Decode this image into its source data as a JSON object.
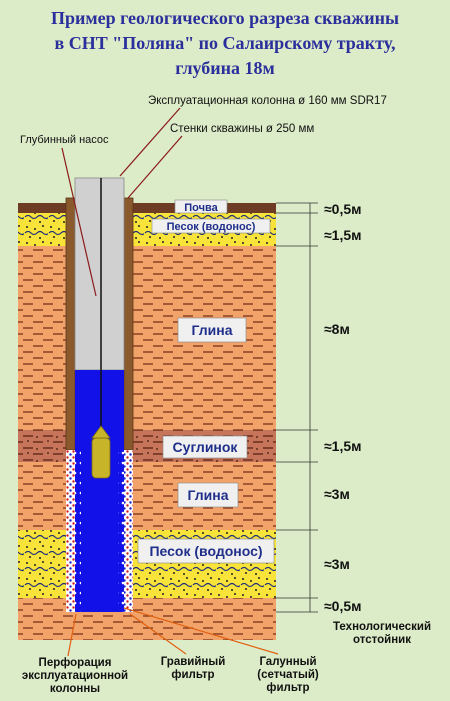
{
  "title": {
    "line1": "Пример геологического разреза скважины",
    "line2": "в СНТ \"Поляна\" по Салаирскому тракту,",
    "line3": "глубина 18м"
  },
  "labels": {
    "casing": "Эксплуатационная колонна ø 160 мм SDR17",
    "walls": "Стенки скважины ø 250 мм",
    "pump": "Глубинный насос",
    "sump_1": "Технологический",
    "sump_2": "отстойник",
    "perforation_1": "Перфорация",
    "perforation_2": "эксплуатационной",
    "perforation_3": "колонны",
    "gravel_1": "Гравийный",
    "gravel_2": "фильтр",
    "galloon_1": "Галунный",
    "galloon_2": "(сетчатый)",
    "galloon_3": "фильтр"
  },
  "layers": [
    {
      "name": "Почва",
      "thickness": "≈0,5м"
    },
    {
      "name": "Песок (водонос)",
      "thickness": "≈1,5м"
    },
    {
      "name": "Глина",
      "thickness": "≈8м"
    },
    {
      "name": "Суглинок",
      "thickness": "≈1,5м"
    },
    {
      "name": "Глина",
      "thickness": "≈3м"
    },
    {
      "name": "Песок (водонос)",
      "thickness": "≈3м"
    },
    {
      "name": "",
      "thickness": "≈0,5м"
    }
  ],
  "colors": {
    "background": "#dcebc8",
    "title": "#2b2f9c",
    "soil": "#6e3c24",
    "sand": "#f7e33a",
    "clay": "#f2a36a",
    "loam": "#c6745a",
    "water": "#1212e8",
    "casing": "#d0d0d0",
    "wall": "#8a5a2c",
    "pump": "#c8b428"
  }
}
